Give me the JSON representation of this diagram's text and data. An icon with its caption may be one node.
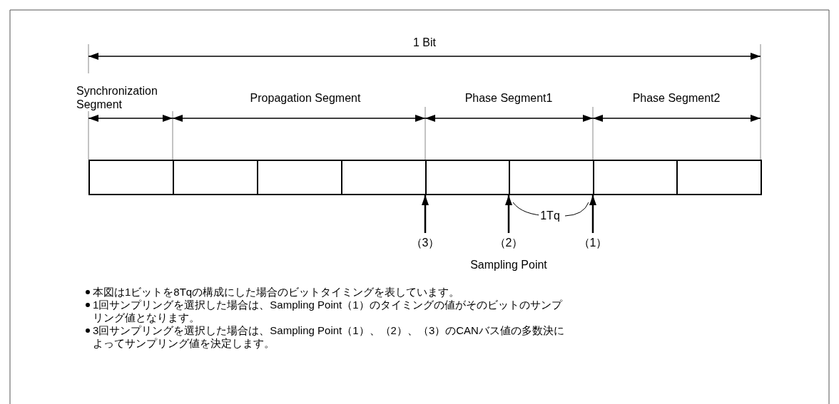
{
  "diagram": {
    "nodes": [
      {
        "text": [],
        "shape": "box"
      },
      {
        "text": [],
        "shape": "box"
      },
      {
        "text": [],
        "shape": "box"
      },
      {
        "text": [],
        "shape": "box"
      },
      {
        "text": [],
        "shape": "box"
      },
      {
        "text": [],
        "shape": "box"
      },
      {
        "text": [],
        "shape": "box"
      },
      {
        "text": [],
        "shape": "box"
      },
      {
        "text": [
          "（3）"
        ]
      },
      {
        "text": [
          "（2）"
        ]
      },
      {
        "text": [
          "（1）"
        ]
      }
    ],
    "edges": [
      {
        "from": 8,
        "to": 4,
        "arrow": "to"
      },
      {
        "from": 9,
        "to": 4,
        "arrow": "to"
      },
      {
        "from": 10,
        "to": 6,
        "arrow": "to"
      }
    ],
    "labels": [
      "1 Bit",
      "Synchronization Segment",
      "Propagation Segment",
      "Phase Segment1",
      "Phase Segment2",
      "1Tq",
      "Sampling Point",
      "本図は1ビットを8Tqの構成にした場合のビットタイミングを表しています。",
      "1回サンプリングを選択した場合は、Sampling Point（1）のタイミングの値がそのビットのサンプリング値となります。",
      "3回サンプリングを選択した場合は、Sampling Point（1）、（2）、（3）のCANバス値の多数決によってサンプリング値を決定します。"
    ]
  }
}
